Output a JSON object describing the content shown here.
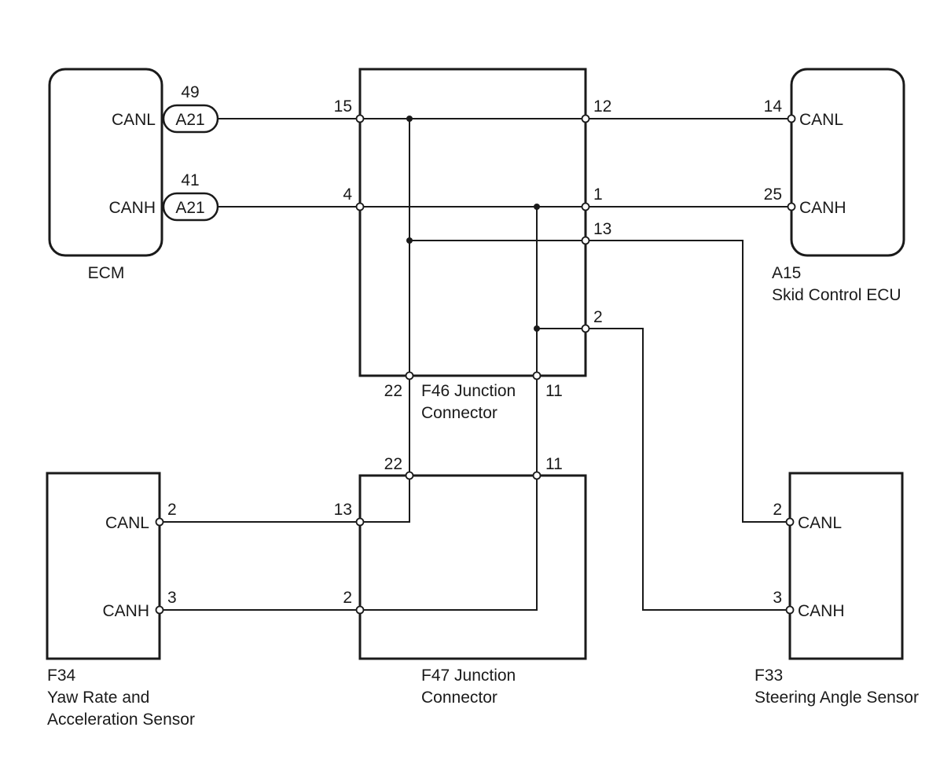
{
  "ecm": {
    "name": "ECM",
    "canl": "CANL",
    "canh": "CANH",
    "connector_canl": "A21",
    "connector_canh": "A21",
    "pin_canl": "49",
    "pin_canh": "41"
  },
  "skid_ecu": {
    "code": "A15",
    "name": "Skid Control ECU",
    "canl": "CANL",
    "canh": "CANH",
    "pin_canl": "14",
    "pin_canh": "25"
  },
  "f46": {
    "code_title": "F46 Junction",
    "title2": "Connector",
    "pins": {
      "p15": "15",
      "p4": "4",
      "p12": "12",
      "p1": "1",
      "p13": "13",
      "p2": "2",
      "p22": "22",
      "p11": "11"
    }
  },
  "f47": {
    "code_title": "F47 Junction",
    "title2": "Connector",
    "pins": {
      "p22": "22",
      "p11": "11",
      "p13": "13",
      "p2": "2"
    }
  },
  "yaw_sensor": {
    "code": "F34",
    "name1": "Yaw Rate and",
    "name2": "Acceleration Sensor",
    "canl": "CANL",
    "canh": "CANH",
    "pin_canl": "2",
    "pin_canh": "3"
  },
  "steering_sensor": {
    "code": "F33",
    "name": "Steering Angle Sensor",
    "canl": "CANL",
    "canh": "CANH",
    "pin_canl": "2",
    "pin_canh": "3"
  }
}
